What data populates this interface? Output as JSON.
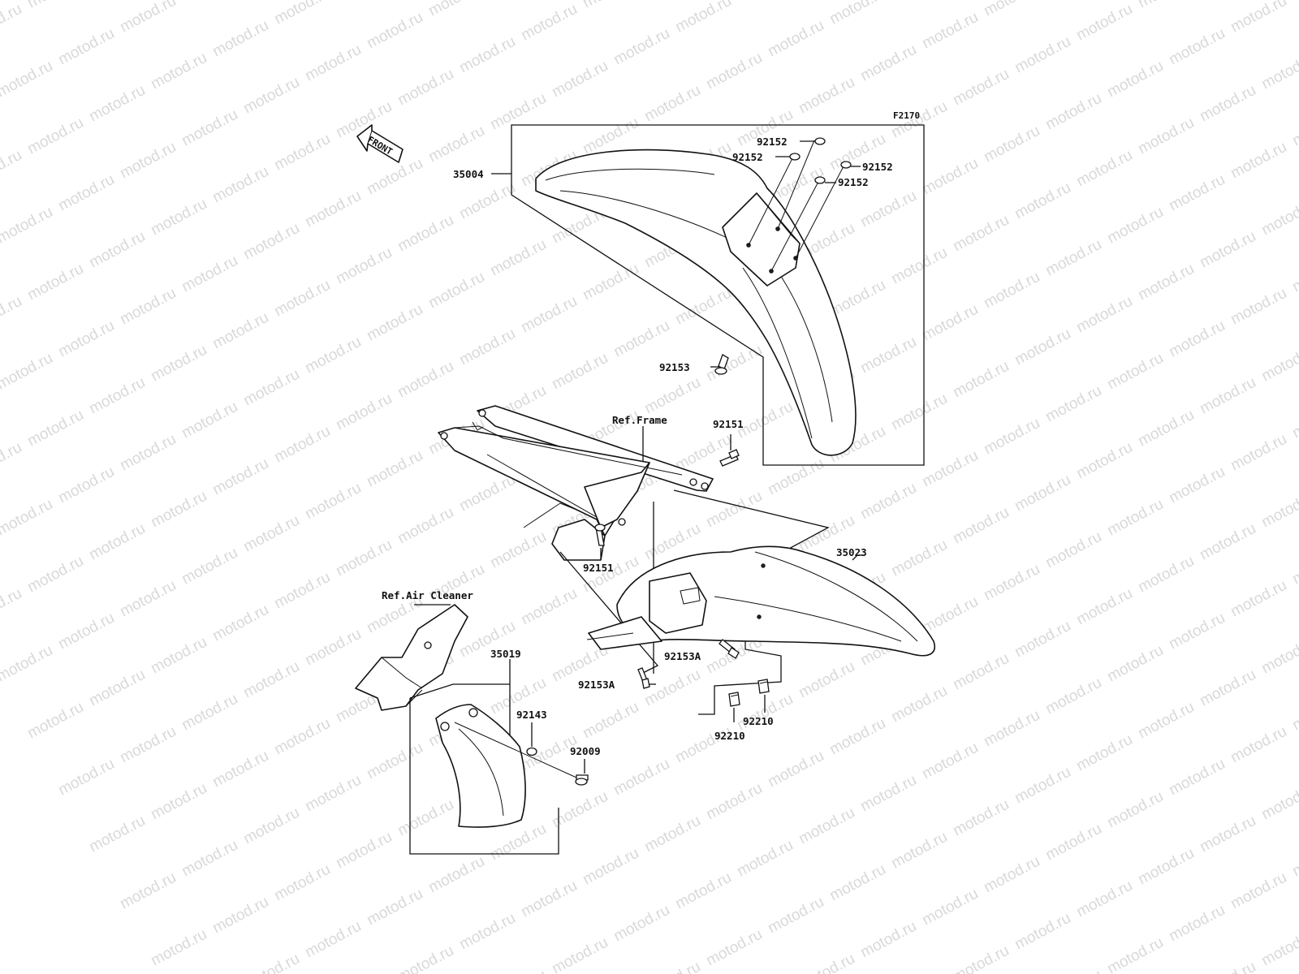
{
  "watermark": "motod.ru",
  "figure_code": "F2170",
  "front_label": "FRONT",
  "references": {
    "frame": "Ref.Frame",
    "air_cleaner": "Ref.Air Cleaner"
  },
  "parts": {
    "p35004": "35004",
    "p35023": "35023",
    "p35019": "35019",
    "w92152a": "92152",
    "w92152b": "92152",
    "w92152c": "92152",
    "w92152d": "92152",
    "b92153": "92153",
    "b92151a": "92151",
    "b92151b": "92151",
    "b92153Aa": "92153A",
    "b92153Ab": "92153A",
    "n92210a": "92210",
    "n92210b": "92210",
    "w92143": "92143",
    "b92009": "92009"
  }
}
